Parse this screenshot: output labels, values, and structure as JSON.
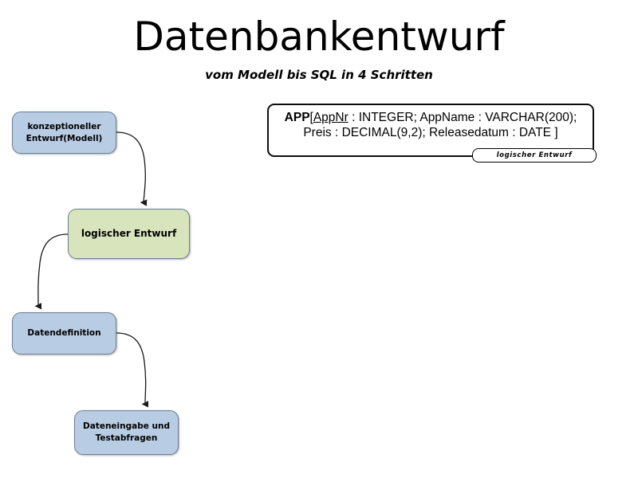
{
  "slide": {
    "title": "Datenbankentwurf",
    "subtitle": "vom Modell bis SQL in 4 Schritten",
    "background_color": "#ffffff"
  },
  "colors": {
    "box_blue_fill": "#b8cce4",
    "box_green_fill": "#d8e4bc",
    "box_border": "#6d7f93",
    "schema_border": "#0d0d0d",
    "text": "#000000"
  },
  "flow": {
    "steps": [
      {
        "id": "konzeptioneller-entwurf",
        "label": "konzeptioneller Entwurf(Modell)",
        "line1": "konzeptioneller",
        "line2": "Entwurf(Modell)",
        "fill": "#b8cce4"
      },
      {
        "id": "logischer-entwurf",
        "label": "logischer Entwurf",
        "line1": "logischer Entwurf",
        "line2": "",
        "fill": "#d8e4bc"
      },
      {
        "id": "datendefinition",
        "label": "Datendefinition",
        "line1": "Datendefinition",
        "line2": "",
        "fill": "#b8cce4"
      },
      {
        "id": "dateneingabe-testabfragen",
        "label": "Dateneingabe und Testabfragen",
        "line1": "Dateneingabe und",
        "line2": "Testabfragen",
        "fill": "#b8cce4"
      }
    ]
  },
  "schema": {
    "relation_name": "APP",
    "open_bracket": "[",
    "primary_key": "AppNr",
    "attributes_line1": " : INTEGER; AppName : VARCHAR(200);",
    "attributes_line2": "Preis : DECIMAL(9,2); Releasedatum : DATE ]",
    "full_text": "APP[ AppNr : INTEGER; AppName : VARCHAR(200); Preis : DECIMAL(9,2); Releasedatum : DATE ]",
    "tab_label": "logischer Entwurf"
  }
}
